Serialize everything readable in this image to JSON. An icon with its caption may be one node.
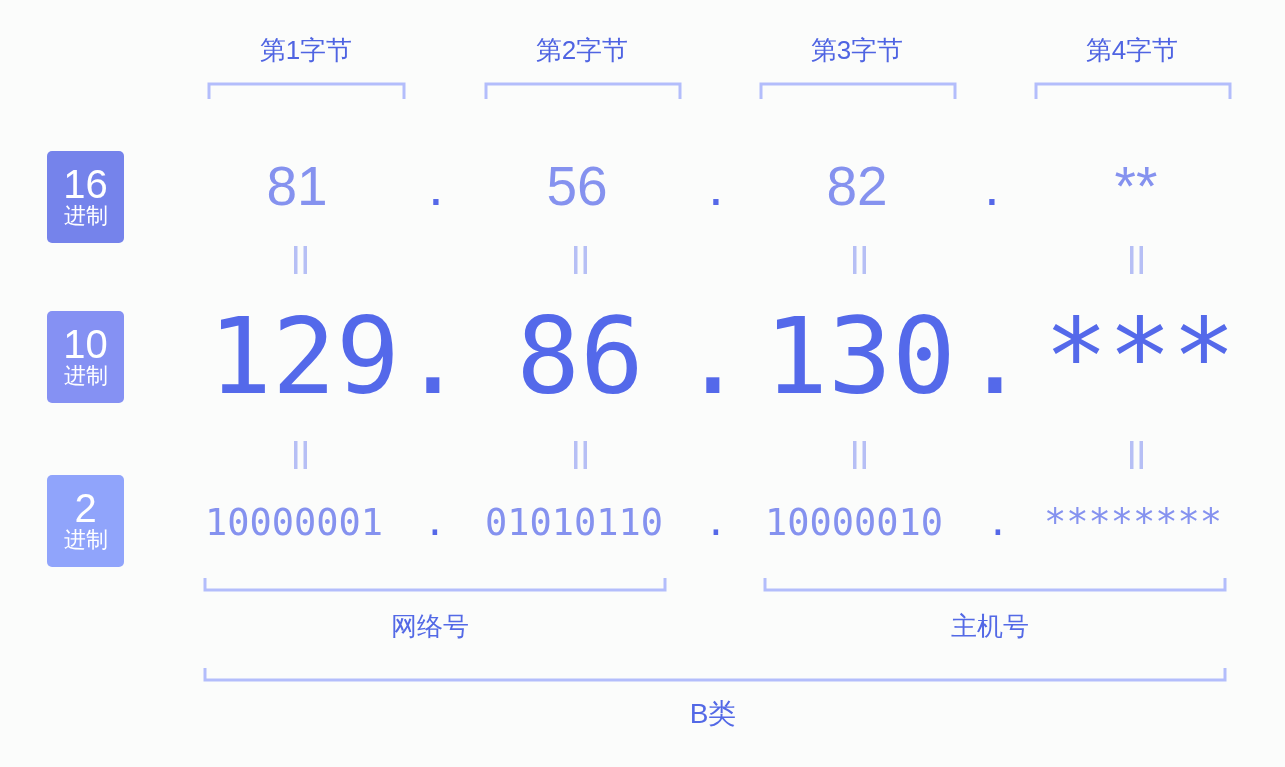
{
  "diagram": {
    "nodes": [
      {
        "text": [
          "16",
          "进制"
        ]
      },
      {
        "text": [
          "10",
          "进制"
        ]
      },
      {
        "text": [
          "2",
          "进制"
        ]
      }
    ],
    "labels": [
      "第1字节",
      "第2字节",
      "第3字节",
      "第4字节",
      "81",
      ".",
      "56",
      ".",
      "82",
      ".",
      "**",
      "129",
      ".",
      "86",
      ".",
      "130",
      ".",
      "***",
      "10000001",
      ".",
      "01010110",
      ".",
      "10000010",
      ".",
      "********",
      "网络号",
      "主机号",
      "B类"
    ]
  }
}
